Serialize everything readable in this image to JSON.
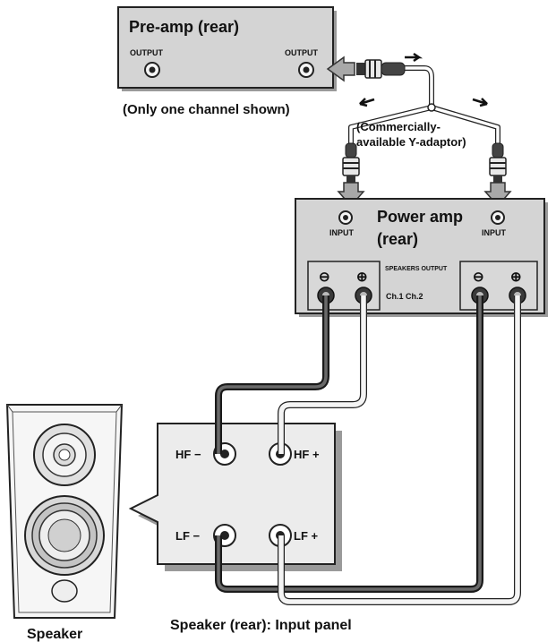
{
  "preamp": {
    "title": "Pre-amp (rear)",
    "output_left": "OUTPUT",
    "output_right": "OUTPUT",
    "note": "(Only one channel shown)"
  },
  "adaptor": {
    "line1": "(Commercially-",
    "line2": "available Y-adaptor)"
  },
  "poweramp": {
    "title_line1": "Power amp",
    "title_line2": "(rear)",
    "input_left": "INPUT",
    "input_right": "INPUT",
    "speakers_output": "SPEAKERS OUTPUT",
    "channels": "Ch.1 Ch.2",
    "minus": "⊖",
    "plus": "⊕"
  },
  "panel": {
    "hf_minus": "HF −",
    "hf_plus": "HF +",
    "lf_minus": "LF −",
    "lf_plus": "LF +",
    "caption": "Speaker (rear): Input panel"
  },
  "speaker": {
    "caption": "Speaker"
  },
  "icons": [
    "jack-icon",
    "rca-plug-icon",
    "arrow-icon",
    "binding-post-icon",
    "speaker-icon"
  ]
}
